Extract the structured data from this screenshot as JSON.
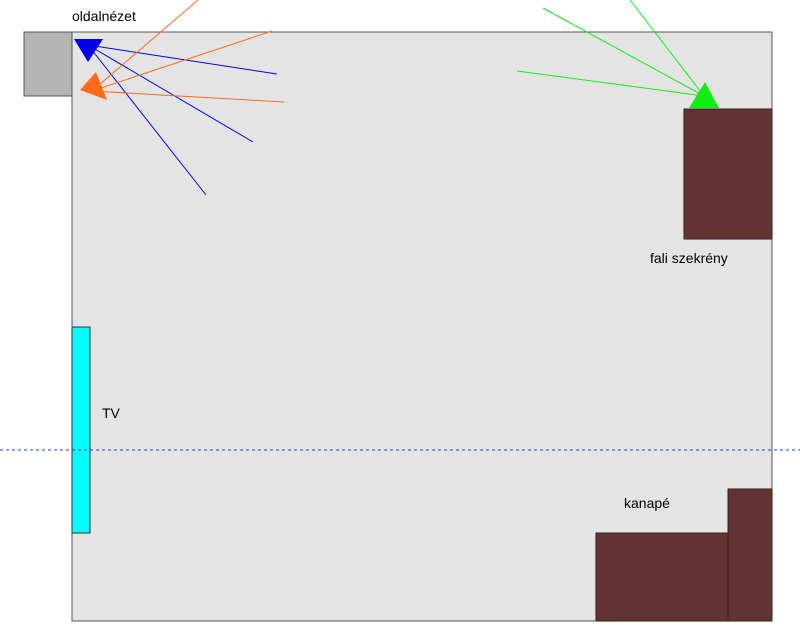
{
  "labels": {
    "side_view": "oldalnézet",
    "wall_cabinet": "fali szekrény",
    "tv": "TV",
    "sofa": "kanapé"
  },
  "colors": {
    "room_fill": "#e4e4e4",
    "room_border": "#555555",
    "side_box_fill": "#b3b3b3",
    "furniture_fill": "#633333",
    "tv_fill": "#00ffff",
    "camera_blue": "#0000ee",
    "camera_orange": "#ff6a1a",
    "camera_green": "#11ee11",
    "guide_line": "#2b3fb8"
  }
}
